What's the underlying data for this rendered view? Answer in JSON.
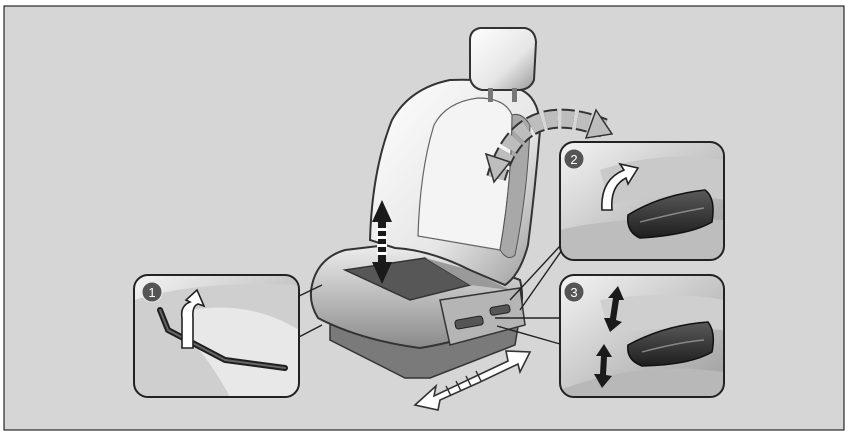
{
  "figure": {
    "background_color": "#d6d6d6",
    "border_color": "#000000"
  },
  "callouts": [
    {
      "number": "1",
      "icon": "lever-lift-arrow-icon"
    },
    {
      "number": "2",
      "icon": "recline-lever-arrow-icon"
    },
    {
      "number": "3",
      "icon": "height-switch-arrows-icon"
    }
  ],
  "arrows": [
    {
      "icon": "recline-curved-arrow-icon"
    },
    {
      "icon": "height-vertical-arrow-icon"
    },
    {
      "icon": "slide-forward-back-arrow-icon"
    }
  ]
}
